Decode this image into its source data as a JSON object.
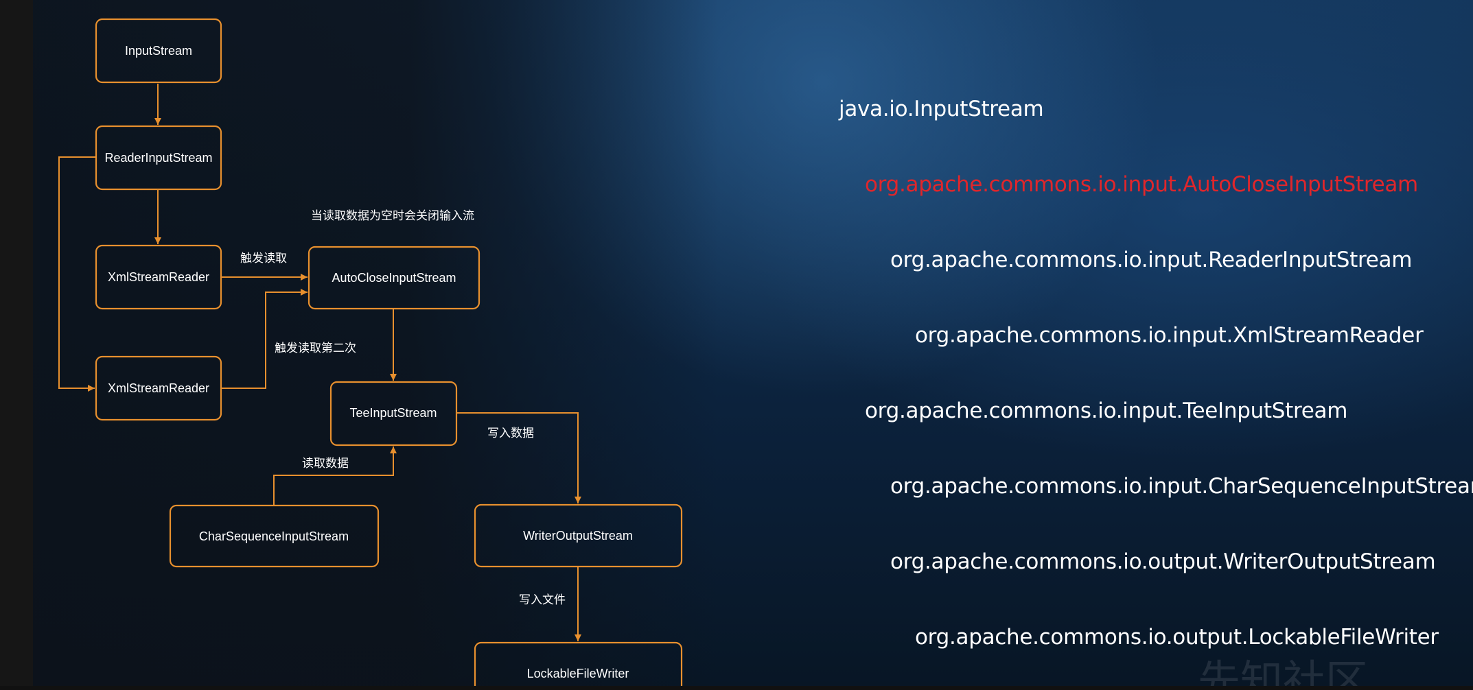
{
  "diagram": {
    "nodes": [
      {
        "id": "inputstream",
        "label": "InputStream"
      },
      {
        "id": "readerinputstream",
        "label": "ReaderInputStream"
      },
      {
        "id": "xmlstreamreader-1",
        "label": "XmlStreamReader"
      },
      {
        "id": "xmlstreamreader-2",
        "label": "XmlStreamReader"
      },
      {
        "id": "autocloseinputstream",
        "label": "AutoCloseInputStream"
      },
      {
        "id": "teeinputstream",
        "label": "TeeInputStream"
      },
      {
        "id": "charsequenceinputstream",
        "label": "CharSequenceInputStream"
      },
      {
        "id": "writeroutputstream",
        "label": "WriterOutputStream"
      },
      {
        "id": "lockablefilewriter",
        "label": "LockableFileWriter"
      }
    ],
    "edge_labels": [
      {
        "id": "close-on-empty",
        "text": "当读取数据为空时会关闭输入流"
      },
      {
        "id": "trigger-read",
        "text": "触发读取"
      },
      {
        "id": "trigger-read-second",
        "text": "触发读取第二次"
      },
      {
        "id": "write-data",
        "text": "写入数据"
      },
      {
        "id": "read-data",
        "text": "读取数据"
      },
      {
        "id": "write-file",
        "text": "写入文件"
      }
    ]
  },
  "class_list": [
    {
      "text": "java.io.InputStream",
      "color": "#ffffff"
    },
    {
      "text": "org.apache.commons.io.input.AutoCloseInputStream",
      "color": "#e0262b"
    },
    {
      "text": "org.apache.commons.io.input.ReaderInputStream",
      "color": "#ffffff"
    },
    {
      "text": "org.apache.commons.io.input.XmlStreamReader",
      "color": "#ffffff"
    },
    {
      "text": "org.apache.commons.io.input.TeeInputStream",
      "color": "#ffffff"
    },
    {
      "text": "org.apache.commons.io.input.CharSequenceInputStream",
      "color": "#ffffff"
    },
    {
      "text": "org.apache.commons.io.output.WriterOutputStream",
      "color": "#ffffff"
    },
    {
      "text": "org.apache.commons.io.output.LockableFileWriter",
      "color": "#ffffff"
    }
  ],
  "watermark": "先知社区",
  "colors": {
    "accent": "#e8902e",
    "highlight": "#e0262b"
  }
}
